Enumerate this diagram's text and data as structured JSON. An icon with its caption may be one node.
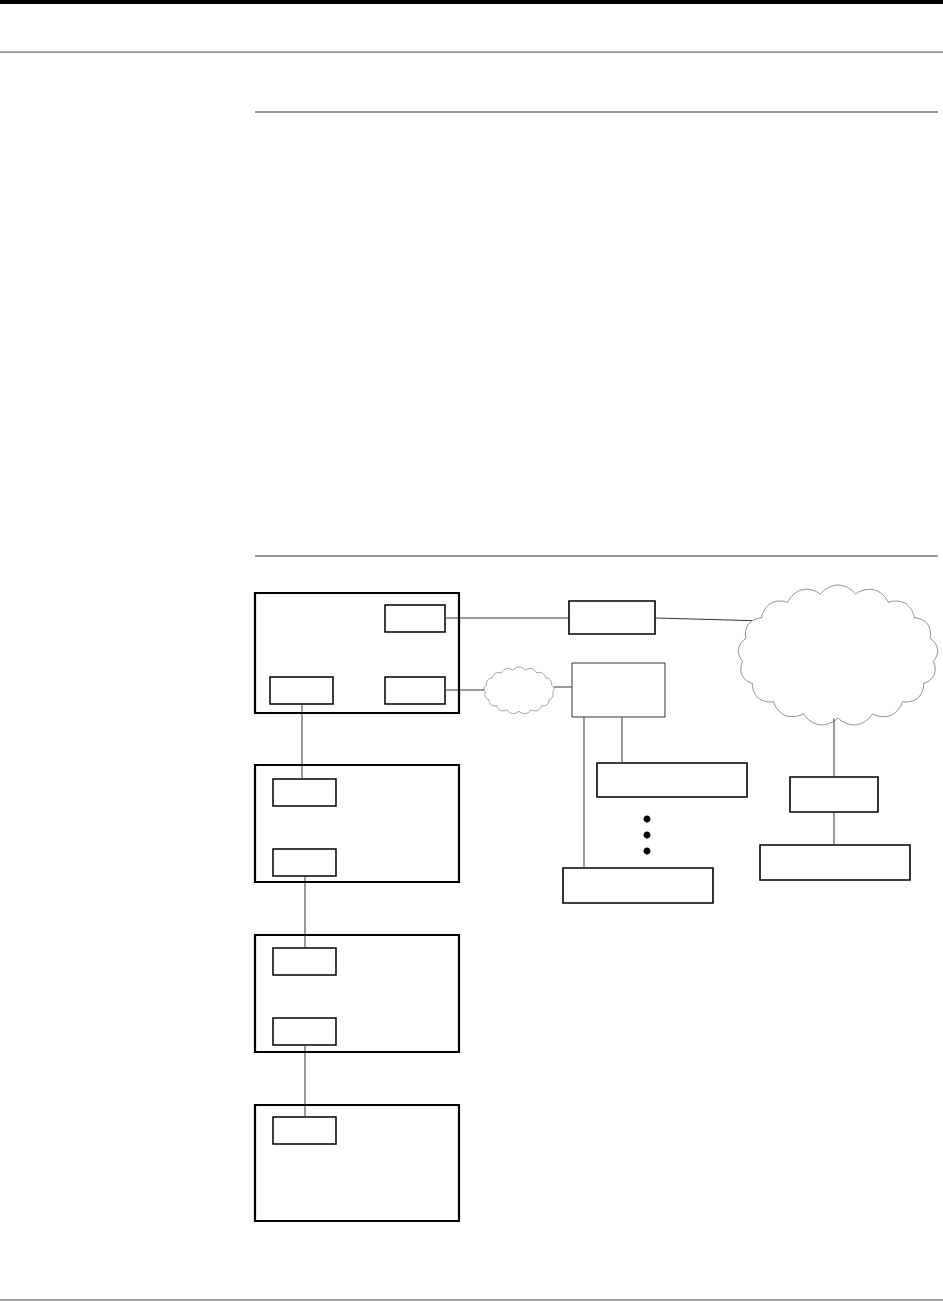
{
  "diagram": {
    "nodes": [
      {
        "text": [],
        "shape": "box"
      },
      {
        "text": [],
        "shape": "box",
        "in": 0
      },
      {
        "text": [],
        "shape": "box",
        "in": 0
      },
      {
        "text": [],
        "shape": "box",
        "in": 0
      },
      {
        "text": [],
        "shape": "box"
      },
      {
        "text": [],
        "shape": "box",
        "in": 4
      },
      {
        "text": [],
        "shape": "box",
        "in": 4
      },
      {
        "text": [],
        "shape": "box"
      },
      {
        "text": [],
        "shape": "box",
        "in": 7
      },
      {
        "text": [],
        "shape": "box",
        "in": 7
      },
      {
        "text": [],
        "shape": "box"
      },
      {
        "text": [],
        "shape": "box",
        "in": 10
      },
      {
        "text": [],
        "shape": "box"
      },
      {
        "text": [],
        "shape": "cloud"
      },
      {
        "text": [],
        "shape": "box"
      },
      {
        "text": [],
        "shape": "box"
      },
      {
        "text": [],
        "shape": "box"
      },
      {
        "text": [],
        "shape": "cloud"
      },
      {
        "text": [],
        "shape": "box"
      },
      {
        "text": [],
        "shape": "box"
      }
    ],
    "edges": [
      {
        "from": 1,
        "to": 12,
        "arrow": "none"
      },
      {
        "from": 12,
        "to": 17,
        "arrow": "none"
      },
      {
        "from": 3,
        "to": 13,
        "arrow": "none"
      },
      {
        "from": 13,
        "to": 14,
        "arrow": "none"
      },
      {
        "from": 14,
        "to": 15,
        "arrow": "none"
      },
      {
        "from": 14,
        "to": 16,
        "arrow": "none"
      },
      {
        "from": 17,
        "to": 18,
        "arrow": "none"
      },
      {
        "from": 18,
        "to": 19,
        "arrow": "none"
      },
      {
        "from": 2,
        "to": 5,
        "arrow": "none"
      },
      {
        "from": 6,
        "to": 8,
        "arrow": "none"
      },
      {
        "from": 9,
        "to": 11,
        "arrow": "none"
      }
    ]
  }
}
